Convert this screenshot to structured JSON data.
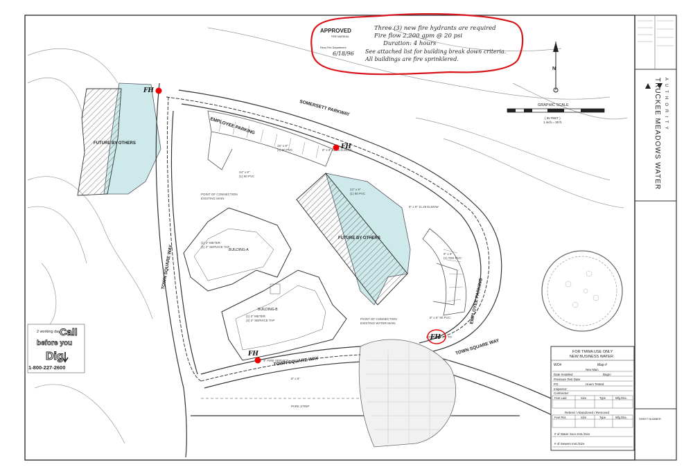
{
  "approval": {
    "stamp": "APPROVED",
    "marshal": "FIRE MARSHAL",
    "dept": "Reno Fire Department",
    "date": "6/18/96",
    "note_lines": [
      "Three (3) new fire hydrants are required",
      "Fire flow 2,200 gpm @ 20 psi",
      "Duration: 4 hours",
      "See attached list for building break down criteria.",
      "All buildings are fire sprinklered."
    ]
  },
  "streets": {
    "somersett": "SOMERSETT PARKWAY",
    "town_square_1": "TOWN SQUARE WAY",
    "town_square_2": "TOWN SQUARE WAY",
    "town_square_3": "TOWN SQUARE WAY"
  },
  "areas": {
    "employee_parking_1": "EMPLOYEE PARKING",
    "employee_parking_2": "EMPLOYEE PARKING",
    "future_1": "FUTURE BY OTHERS",
    "future_2": "FUTURE BY OTHERS",
    "building_b": "BUILDING-B",
    "building_a": "BUILDING-A"
  },
  "hydrant_label": "FH",
  "scale": {
    "title": "GRAPHIC SCALE",
    "note": "( IN FEET )",
    "ratio": "1 inch = 30 ft."
  },
  "north_label": "N",
  "call_box": {
    "days": "2 working days",
    "line1": "Call",
    "line2": "before you",
    "line3": "Dig",
    "phone": "1-800-227-2600"
  },
  "title_block": {
    "company": "TRUCKEE MEADOWS WATER",
    "company_sub": "AUTHORITY"
  },
  "tmwa_form": {
    "header1": "FOR TMWA USE ONLY",
    "header2": "NEW BUSINESS WATER",
    "wo": "WO#",
    "map": "Map #",
    "new_main": "New Main",
    "date_installed": "Date Installed",
    "size_unit": "Bagm",
    "pressure": "Pressure Test Date",
    "pg": "PG",
    "hours": "Hours Tested",
    "inspector": "Inspector:",
    "contractor": "Contractor:",
    "cols": [
      "Feet Laid",
      "Size",
      "Type",
      "Mfg./Dia."
    ],
    "retired": "Retired / Abandoned / Removed",
    "cols2": [
      "Feet Ret.",
      "Size",
      "Type",
      "Mfg./Dia."
    ],
    "water_svcs": "# of Water Svcs Inst./Size",
    "sewer_svcs": "# of Sewers Inst./Size"
  },
  "sheet_number": "SHEET NUMBER"
}
